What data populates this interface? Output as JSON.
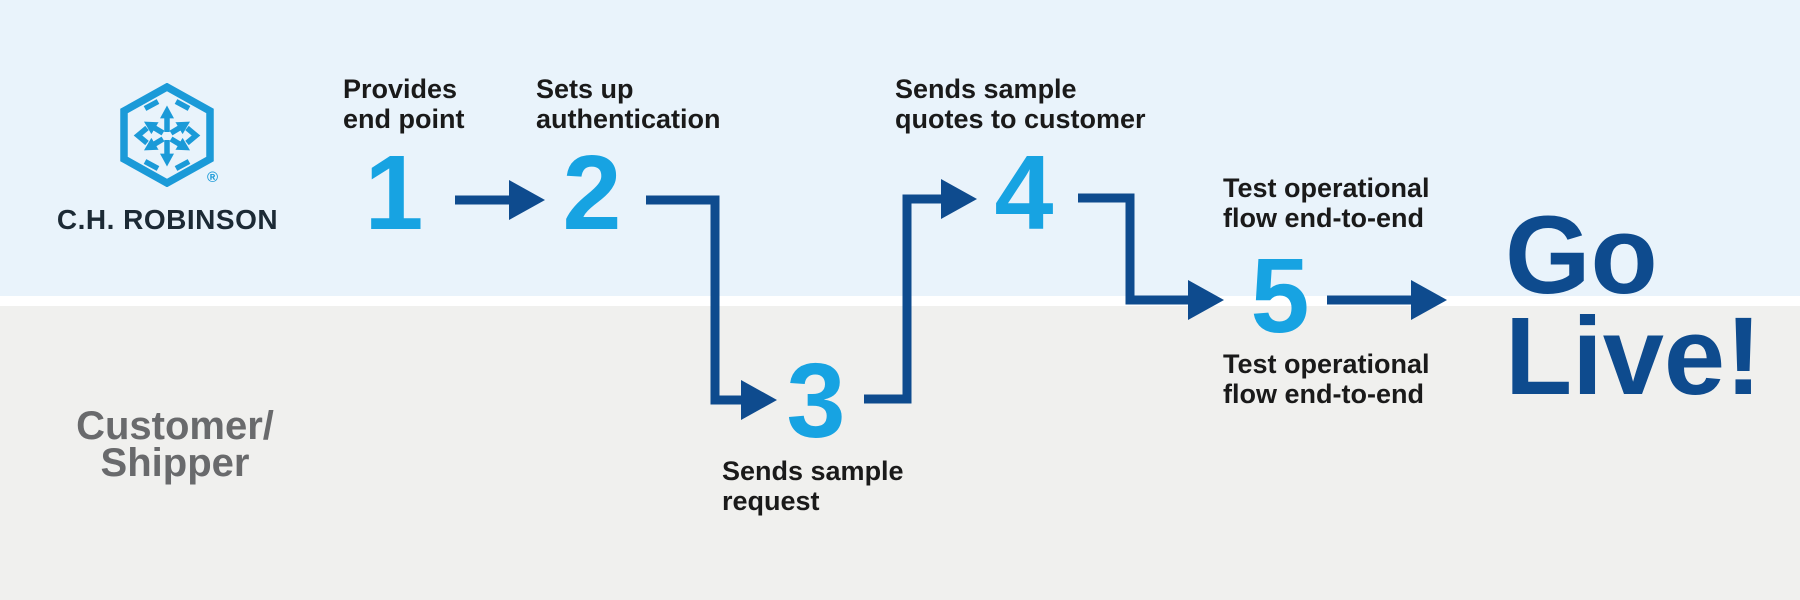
{
  "diagram": {
    "logo": {
      "wordmark": "C.H. ROBINSON",
      "registered": "®"
    },
    "lanes": {
      "bottom_label_lines": [
        "Customer/",
        "Shipper"
      ]
    },
    "steps": [
      {
        "number": "1",
        "lane": "top",
        "label_lines": [
          "Provides",
          "end point"
        ]
      },
      {
        "number": "2",
        "lane": "top",
        "label_lines": [
          "Sets up",
          "authentication"
        ]
      },
      {
        "number": "3",
        "lane": "bottom",
        "label_lines": [
          "Sends sample",
          "request"
        ]
      },
      {
        "number": "4",
        "lane": "top",
        "label_lines": [
          "Sends sample",
          "quotes to customer"
        ]
      },
      {
        "number": "5",
        "lane": "boundary",
        "label_above_lines": [
          "Test operational",
          "flow end-to-end"
        ],
        "label_below_lines": [
          "Test operational",
          "flow end-to-end"
        ]
      }
    ],
    "outcome_lines": [
      "Go",
      "Live!"
    ],
    "colors": {
      "lane_top_bg": "#e9f3fb",
      "lane_bottom_bg": "#f0f0ee",
      "divider": "#ffffff",
      "step_number_blue": "#17a3e2",
      "arrow_navy": "#0e4b8e",
      "outcome_navy": "#0e4b8e",
      "label_black": "#1a1a1a",
      "customer_gray": "#696a6c",
      "logo_blue": "#1b9ad8",
      "wordmark_navy": "#1c2a35"
    }
  }
}
